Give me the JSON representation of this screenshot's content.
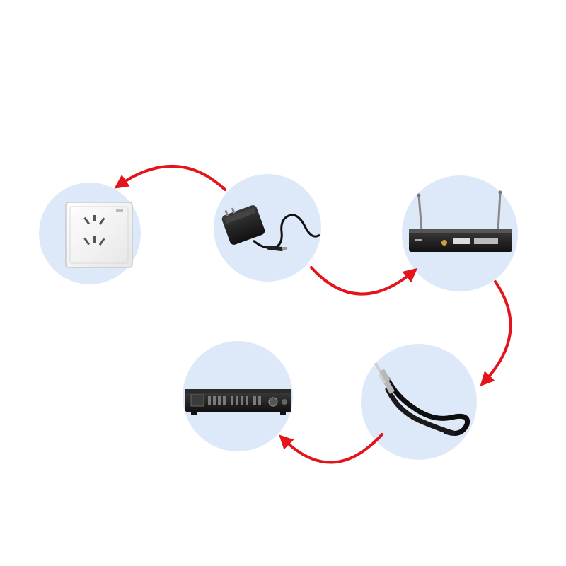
{
  "diagram": {
    "nodes": [
      {
        "id": "wall-socket",
        "icon": "wall-socket-icon"
      },
      {
        "id": "power-adapter",
        "icon": "power-adapter-icon"
      },
      {
        "id": "wireless-receiver",
        "icon": "wireless-receiver-icon"
      },
      {
        "id": "audio-cable",
        "icon": "audio-cable-icon"
      },
      {
        "id": "amplifier",
        "icon": "amplifier-icon"
      }
    ],
    "connections": [
      {
        "from": "power-adapter",
        "to": "wall-socket"
      },
      {
        "from": "power-adapter",
        "to": "wireless-receiver"
      },
      {
        "from": "wireless-receiver",
        "to": "audio-cable"
      },
      {
        "from": "audio-cable",
        "to": "amplifier"
      }
    ]
  },
  "colors": {
    "circle_fill": "#dde9f8",
    "arrow": "#e4141b",
    "device_body": "#1c1c1c",
    "socket_plate": "#f4f4f4"
  }
}
